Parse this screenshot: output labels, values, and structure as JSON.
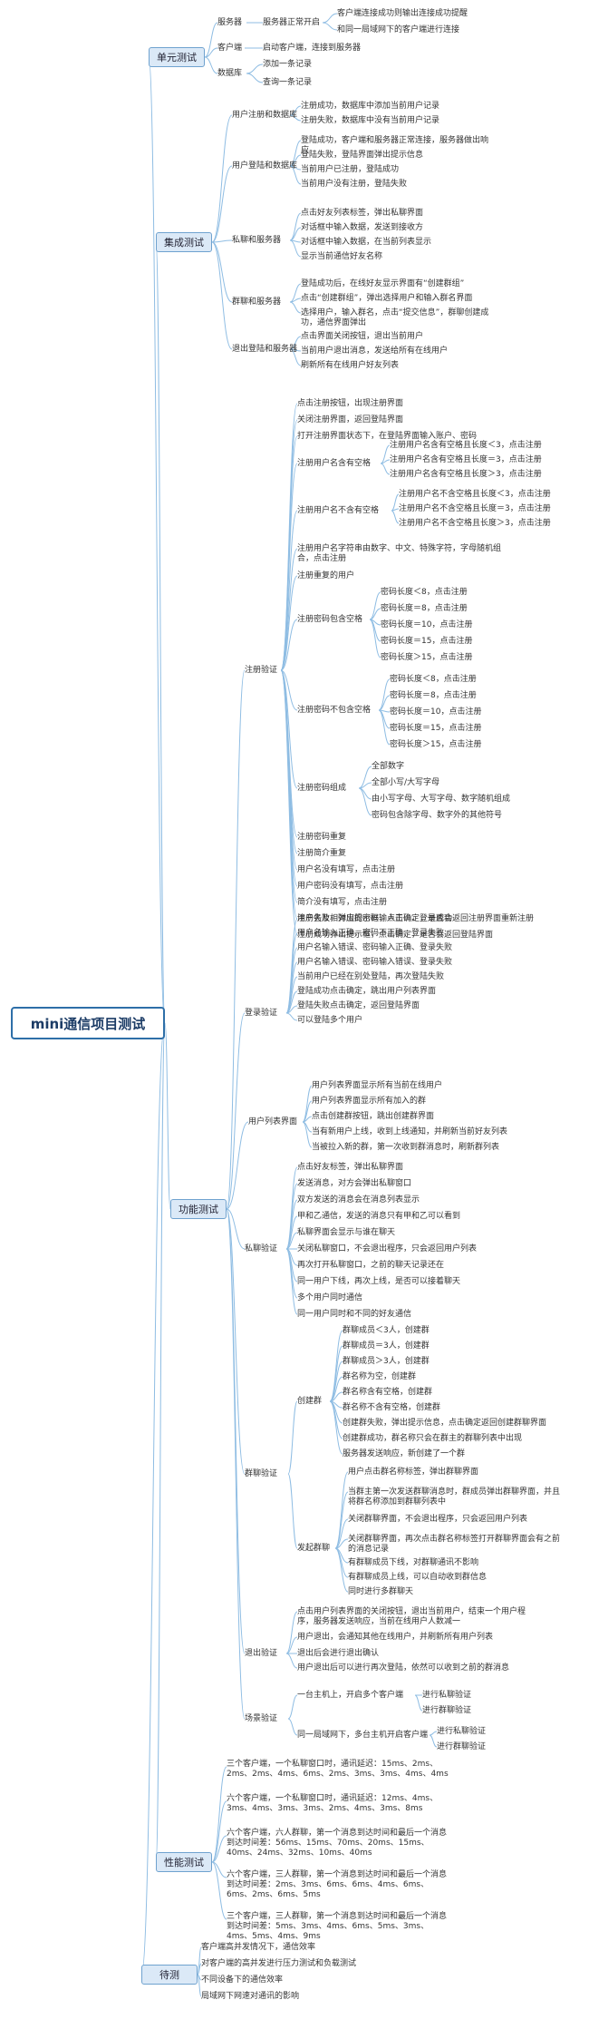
{
  "root": {
    "label": "mini通信项目测试"
  },
  "colors": {
    "connector": "#8fbde3",
    "box_border": "#6fa2cf",
    "box_fill": "#dbe9f7",
    "root_border": "#2e6fa8"
  },
  "branches": {
    "unit": {
      "label": "单元测试",
      "server": {
        "label": "服务器",
        "item": "服务器正常开启",
        "subs": [
          "客户端连接成功则输出连接成功提醒",
          "和同一局域网下的客户端进行连接"
        ]
      },
      "client": {
        "label": "客户端",
        "item": "启动客户端，连接到服务器"
      },
      "db": {
        "label": "数据库",
        "items": [
          "添加一条记录",
          "查询一条记录"
        ]
      }
    },
    "integration": {
      "label": "集成测试",
      "groups": [
        {
          "label": "用户注册和数据库",
          "items": [
            "注册成功，数据库中添加当前用户记录",
            "注册失败，数据库中没有当前用户记录"
          ]
        },
        {
          "label": "用户登陆和数据库",
          "items": [
            "登陆成功，客户端和服务器正常连接，服务器做出响应",
            "登陆失败，登陆界面弹出提示信息",
            "当前用户已注册，登陆成功",
            "当前用户没有注册，登陆失败"
          ]
        },
        {
          "label": "私聊和服务器",
          "items": [
            "点击好友列表标签，弹出私聊界面",
            "对话框中输入数据，发送到接收方",
            "对话框中输入数据，在当前列表显示",
            "显示当前通信好友名称"
          ]
        },
        {
          "label": "群聊和服务器",
          "items": [
            "登陆成功后，在线好友显示界面有“创建群组”",
            "点击“创建群组”，弹出选择用户和输入群名界面",
            "选择用户，输入群名，点击“提交信息”，群聊创建成功，通信界面弹出"
          ]
        },
        {
          "label": "退出登陆和服务器",
          "items": [
            "点击界面关闭按钮，退出当前用户",
            "当前用户退出消息，发送给所有在线用户",
            "刷新所有在线用户好友列表"
          ]
        }
      ]
    },
    "functional": {
      "label": "功能测试",
      "register": {
        "label": "注册验证",
        "top_items": [
          "点击注册按钮，出现注册界面",
          "关闭注册界面，返回登陆界面",
          "打开注册界面状态下，在登陆界面输入账户、密码"
        ],
        "name_space": {
          "label": "注册用户名含有空格",
          "items": [
            "注册用户名含有空格且长度＜3，点击注册",
            "注册用户名含有空格且长度＝3，点击注册",
            "注册用户名含有空格且长度＞3，点击注册"
          ]
        },
        "name_nospace": {
          "label": "注册用户名不含有空格",
          "items": [
            "注册用户名不含空格且长度＜3，点击注册",
            "注册用户名不含空格且长度＝3，点击注册",
            "注册用户名不含空格且长度＞3，点击注册"
          ]
        },
        "name_chars": "注册用户名字符串由数字、中文、特殊字符，字母随机组合，点击注册",
        "dup_user": "注册重复的用户",
        "pwd_space": {
          "label": "注册密码包含空格",
          "items": [
            "密码长度＜8，点击注册",
            "密码长度＝8，点击注册",
            "密码长度＝10，点击注册",
            "密码长度＝15，点击注册",
            "密码长度＞15，点击注册"
          ]
        },
        "pwd_nospace": {
          "label": "注册密码不包含空格",
          "items": [
            "密码长度＜8，点击注册",
            "密码长度＝8，点击注册",
            "密码长度＝10，点击注册",
            "密码长度＝15，点击注册",
            "密码长度＞15，点击注册"
          ]
        },
        "pwd_compose": {
          "label": "注册密码组成",
          "items": [
            "全部数字",
            "全部小写/大写字母",
            "由小写字母、大写字母、数字随机组成",
            "密码包含除字母、数字外的其他符号"
          ]
        },
        "tail_items": [
          "注册密码重复",
          "注册简介重复",
          "用户名没有填写，点击注册",
          "用户密码没有填写，点击注册",
          "简介没有填写，点击注册",
          "注册失败，弹出提示框，点击确定，是否会返回注册界面重新注册",
          "注册成功弹出提示框，点击确定，是否会返回登陆界面"
        ]
      },
      "login": {
        "label": "登录验证",
        "items": [
          "用户名及相对应的密码输入正确、登录成功",
          "用户名输入正确、密码不正确、登录失败",
          "用户名输入错误、密码输入正确、登录失败",
          "用户名输入错误、密码输入错误、登录失败",
          "当前用户已经在别处登陆，再次登陆失败",
          "登陆成功点击确定，跳出用户列表界面",
          "登陆失败点击确定，返回登陆界面",
          "可以登陆多个用户"
        ]
      },
      "userlist": {
        "label": "用户列表界面",
        "items": [
          "用户列表界面显示所有当前在线用户",
          "用户列表界面显示所有加入的群",
          "点击创建群按钮，跳出创建群界面",
          "当有新用户上线，收到上线通知，并刷新当前好友列表",
          "当被拉入新的群，第一次收到群消息时，刷新群列表"
        ]
      },
      "private": {
        "label": "私聊验证",
        "items": [
          "点击好友标签，弹出私聊界面",
          "发送消息，对方会弹出私聊窗口",
          "双方发送的消息会在消息列表显示",
          "甲和乙通信，发送的消息只有甲和乙可以看到",
          "私聊界面会显示与谁在聊天",
          "关闭私聊窗口，不会退出程序，只会返回用户列表",
          "再次打开私聊窗口，之前的聊天记录还在",
          "同一用户下线，再次上线，是否可以接着聊天",
          "多个用户同时通信",
          "同一用户同时和不同的好友通信"
        ]
      },
      "group": {
        "label": "群聊验证",
        "create": {
          "label": "创建群",
          "items": [
            "群聊成员＜3人，创建群",
            "群聊成员＝3人，创建群",
            "群聊成员＞3人，创建群",
            "群名称为空，创建群",
            "群名称含有空格，创建群",
            "群名称不含有空格，创建群",
            "创建群失败，弹出提示信息，点击确定返回创建群聊界面",
            "创建群成功，群名称只会在群主的群聊列表中出现",
            "服务器发送响应，新创建了一个群"
          ]
        },
        "send": {
          "label": "发起群聊",
          "items": [
            "用户点击群名称标签，弹出群聊界面",
            "当群主第一次发送群聊消息时，群成员弹出群聊界面，并且将群名称添加到群聊列表中",
            "关闭群聊界面，不会退出程序，只会返回用户列表",
            "关闭群聊界面，再次点击群名称标签打开群聊界面会有之前的消息记录",
            "有群聊成员下线，对群聊通讯不影响",
            "有群聊成员上线，可以自动收到群信息",
            "同时进行多群聊天"
          ]
        }
      },
      "logout": {
        "label": "退出验证",
        "items": [
          "点击用户列表界面的关闭按钮，退出当前用户，结束一个用户程序，服务器发送响应，当前在线用户人数减一",
          "用户退出，会通知其他在线用户，并刷新所有用户列表",
          "退出后会进行退出确认",
          "用户退出后可以进行再次登陆，依然可以收到之前的群消息"
        ]
      },
      "scenario": {
        "label": "场景验证",
        "same_machine": {
          "label": "一台主机上，开启多个客户端",
          "items": [
            "进行私聊验证",
            "进行群聊验证"
          ]
        },
        "lan": {
          "label": "同一局域网下，多台主机开启客户端",
          "items": [
            "进行私聊验证",
            "进行群聊验证"
          ]
        }
      }
    },
    "performance": {
      "label": "性能测试",
      "items": [
        "三个客户端，一个私聊窗口时，通讯延迟：15ms、2ms、2ms、2ms、4ms、6ms、2ms、3ms、3ms、4ms、4ms",
        "六个客户端，一个私聊窗口时，通讯延迟：12ms、4ms、3ms、4ms、3ms、3ms、2ms、4ms、3ms、8ms",
        "六个客户端，六人群聊，第一个消息到达时间和最后一个消息到达时间差：56ms、15ms、70ms、20ms、15ms、40ms、24ms、32ms、10ms、40ms",
        "六个客户端，三人群聊，第一个消息到达时间和最后一个消息到达时间差：2ms、3ms、6ms、6ms、4ms、6ms、6ms、2ms、6ms、5ms",
        "三个客户端，三人群聊，第一个消息到达时间和最后一个消息到达时间差：5ms、3ms、4ms、6ms、5ms、3ms、4ms、5ms、4ms、9ms"
      ]
    },
    "pending": {
      "label": "待测",
      "items": [
        "客户端高并发情况下，通信效率",
        "对客户端的高并发进行压力测试和负载测试",
        "不同设备下的通信效率",
        "局域网下网速对通讯的影响"
      ]
    }
  }
}
